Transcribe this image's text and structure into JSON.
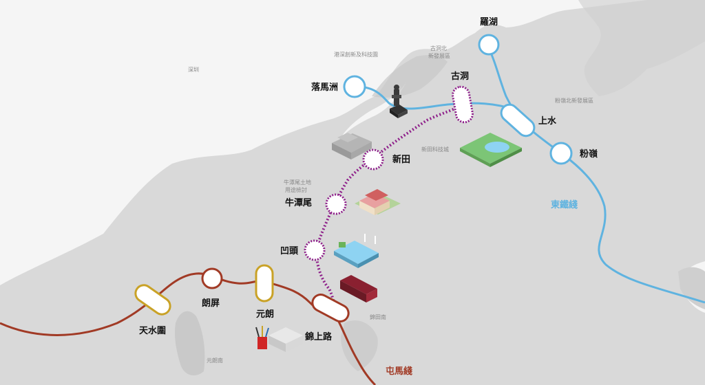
{
  "colors": {
    "sea": "#f5f5f5",
    "land": "#d9d9d9",
    "land_dark": "#c6c6c6",
    "east_rail": "#5fb3e0",
    "tuen_ma": "#a13a25",
    "northern_link": "#8e1f8a",
    "station_fill": "#ffffff",
    "interchange_gold": "#c9a227"
  },
  "lines": {
    "east_rail_label": "東鐵綫",
    "tuen_ma_label": "屯馬綫"
  },
  "stations": {
    "lo_wu": "羅湖",
    "lok_ma_chau": "落馬洲",
    "kwu_tung": "古洞",
    "sheung_shui": "上水",
    "fanling": "粉嶺",
    "san_tin": "新田",
    "ngau_tam_mei": "牛潭尾",
    "au_tau": "凹頭",
    "kam_sheung_road": "錦上路",
    "yuen_long": "元朗",
    "long_ping": "朗屏",
    "tin_shui_wai": "天水圍"
  },
  "areas": {
    "shenzhen": "深圳",
    "innovation_park": "港深創新及科技園",
    "kwu_tung_north": "古洞北",
    "kwu_tung_north_2": "新發展區",
    "fanling_north": "粉嶺北新發展區",
    "san_tin_tech_city": "新田科技城",
    "ngau_tam_mei_land": "牛潭尾土地",
    "ngau_tam_mei_land_2": "用途檢討",
    "kam_tin_south": "錦田南",
    "yuen_long_south": "元朗南"
  }
}
